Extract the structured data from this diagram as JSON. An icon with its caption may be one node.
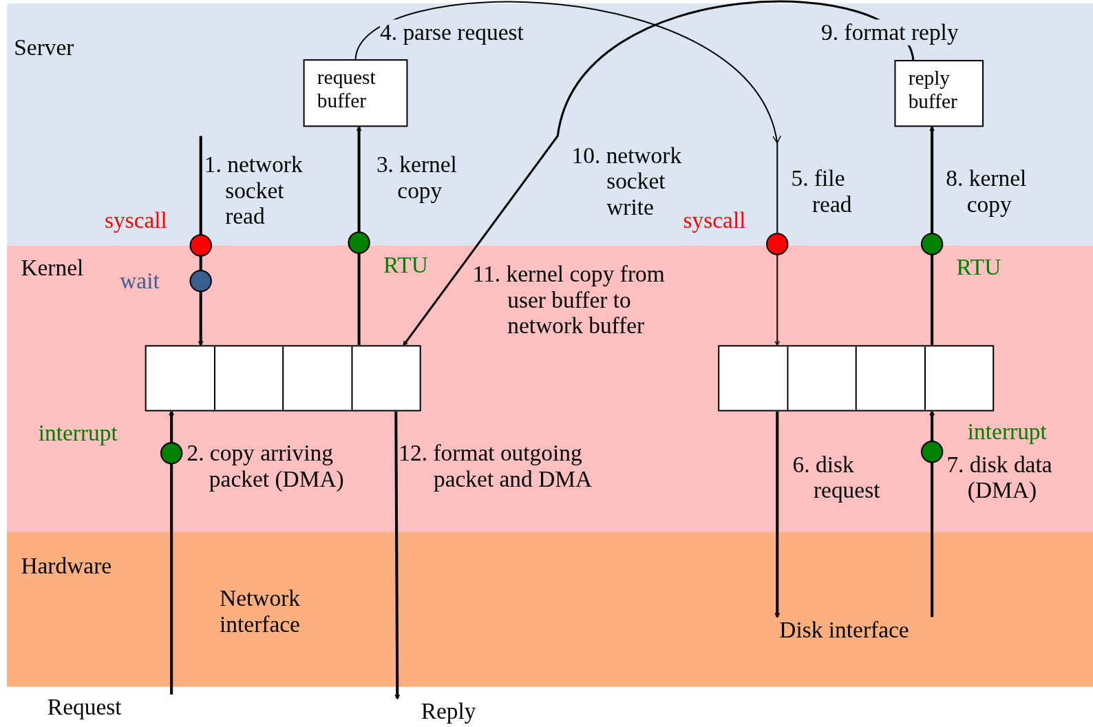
{
  "diagram": {
    "nodes": [
      {
        "text": [
          "Server"
        ]
      },
      {
        "text": [
          "request buffer"
        ],
        "in": 0
      },
      {
        "text": [
          "reply buffer"
        ],
        "in": 0
      },
      {
        "text": [
          "Kernel"
        ]
      },
      {
        "text": [],
        "shape": "box",
        "in": 3
      },
      {
        "text": [],
        "shape": "box",
        "in": 3
      },
      {
        "text": [
          "Hardware"
        ]
      },
      {
        "text": [
          "Disk interface"
        ],
        "in": 6
      },
      {
        "text": [
          "Request"
        ]
      },
      {
        "text": [
          "Reply"
        ]
      }
    ],
    "edges": [
      {
        "from": null,
        "to": 4,
        "arrow": "to",
        "label": "1. network socket read"
      },
      {
        "from": 8,
        "to": 4,
        "arrow": "to",
        "label": "2. copy arriving packet (DMA)"
      },
      {
        "from": 4,
        "to": 1,
        "arrow": "to",
        "label": "3. kernel copy"
      },
      {
        "from": 1,
        "to": 5,
        "arrow": "to",
        "label": "4. parse request"
      },
      {
        "from": 5,
        "to": 7,
        "arrow": "to",
        "label": "6. disk request"
      },
      {
        "from": 7,
        "to": 5,
        "arrow": "to",
        "label": "7. disk data (DMA)"
      },
      {
        "from": 5,
        "to": 2,
        "arrow": "to",
        "label": "8. kernel copy"
      },
      {
        "from": 2,
        "to": 4,
        "arrow": "to",
        "label": "9. format reply"
      },
      {
        "from": 4,
        "to": 9,
        "arrow": "to",
        "label": "12. format outgoing packet and DMA"
      }
    ],
    "labels": [
      "10. network socket write",
      "5. file read",
      "syscall",
      "syscall",
      "RTU",
      "RTU",
      "wait",
      "11. kernel copy from user buffer to network buffer",
      "interrupt",
      "interrupt",
      "Network interface"
    ]
  }
}
